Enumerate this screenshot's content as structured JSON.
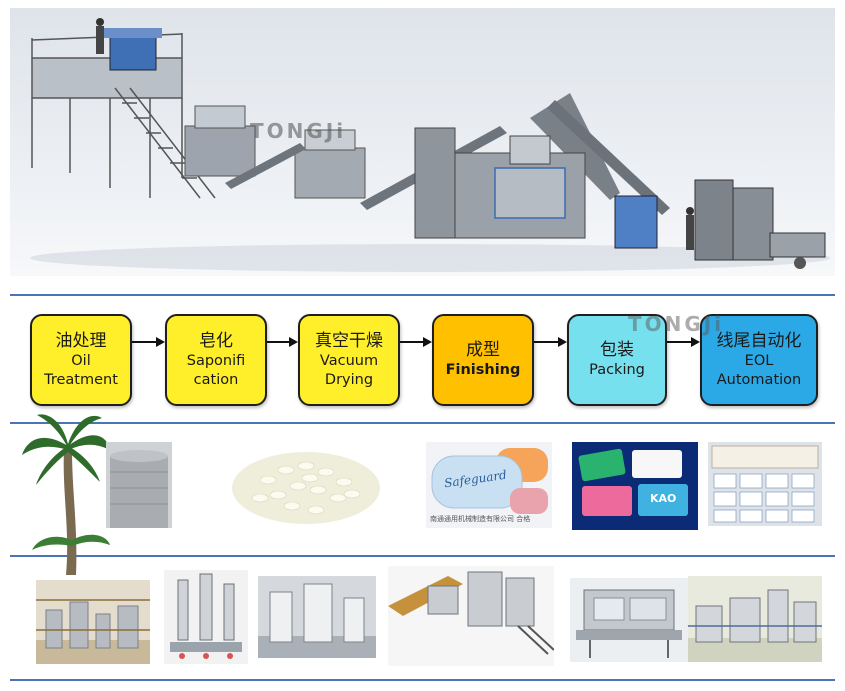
{
  "watermark_text": "TONGJi",
  "colors": {
    "divider": "#4b73b8",
    "yellow": "#ffee2a",
    "orange": "#ffc000",
    "cyan": "#77e0ee",
    "blue": "#2aa9e6",
    "arrow": "#111111"
  },
  "steps": [
    {
      "cn": "油处理",
      "en1": "Oil",
      "en2": "Treatment"
    },
    {
      "cn": "皂化",
      "en1": "Saponifi",
      "en2": "cation"
    },
    {
      "cn": "真空干燥",
      "en1": "Vacuum",
      "en2": "Drying"
    },
    {
      "cn": "成型",
      "en1": "Finishing",
      "en2": ""
    },
    {
      "cn": "包装",
      "en1": "Packing",
      "en2": ""
    },
    {
      "cn": "线尾自动化",
      "en1": "EOL",
      "en2": "Automation"
    }
  ],
  "soap_bar_text": "Safeguard",
  "soap_caption": "南通通用机械制造有限公司 合格",
  "pack_text": "KAO"
}
